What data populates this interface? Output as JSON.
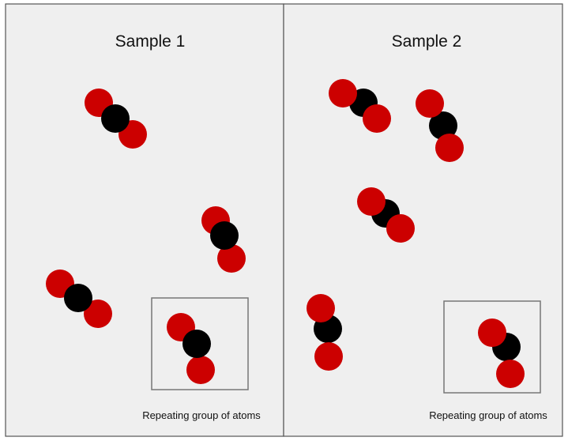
{
  "colors": {
    "panel_fill": "#efefef",
    "panel_border": "#555555",
    "oxygen": "#cc0000",
    "carbon": "#000000",
    "box_border": "#777777"
  },
  "samples": [
    {
      "title": "Sample 1",
      "caption": "Repeating group of atoms",
      "molecule_count": 4
    },
    {
      "title": "Sample 2",
      "caption": "Repeating group of atoms",
      "molecule_count": 5
    }
  ]
}
